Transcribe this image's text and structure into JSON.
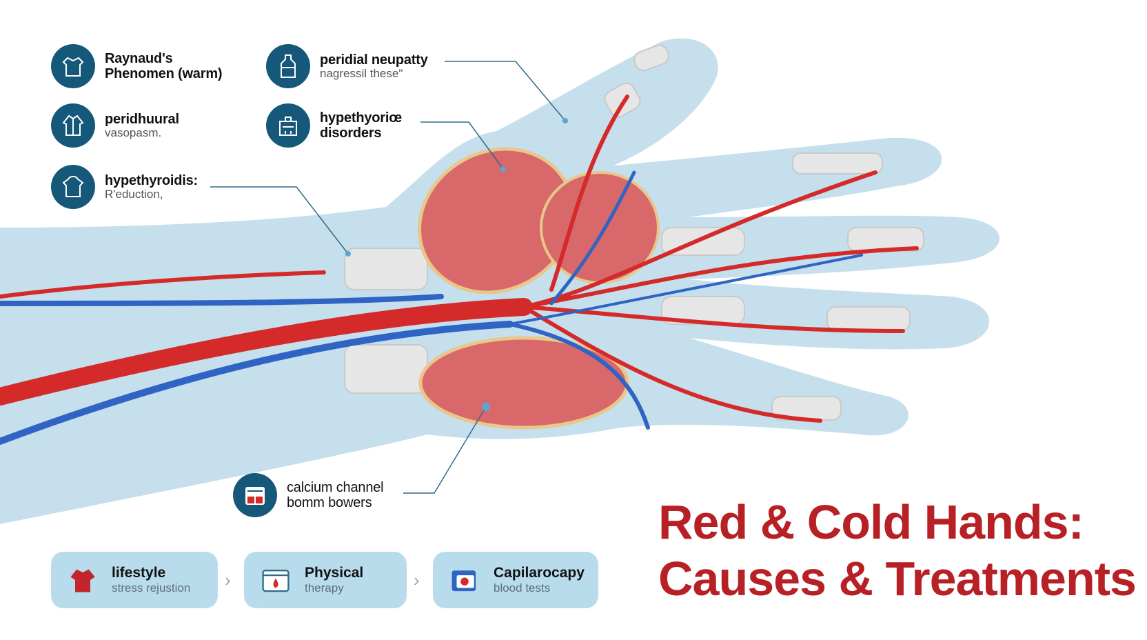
{
  "callouts": [
    {
      "title_lines": [
        "Raynaud's",
        "Phenomen (warm)"
      ],
      "subtitle": "",
      "icon": "sweater-icon"
    },
    {
      "title_lines": [
        "peridhuural"
      ],
      "subtitle": "vasopasm.",
      "icon": "jacket-icon"
    },
    {
      "title_lines": [
        "hypethyroidis:"
      ],
      "subtitle": "R'eduction,",
      "icon": "hoodie-icon"
    },
    {
      "title_lines": [
        "peridial neupatty"
      ],
      "subtitle": "nagressil these\"",
      "icon": "bottle-icon"
    },
    {
      "title_lines": [
        "hypethyoriœ",
        "disorders"
      ],
      "subtitle": "",
      "icon": "medicine-box-icon"
    },
    {
      "title_lines": [
        "calcium channel",
        "bomm bowers"
      ],
      "subtitle": "",
      "icon": "pill-box-icon"
    }
  ],
  "steps": [
    {
      "title": "lifestyle",
      "subtitle": "stress rejustion",
      "icon": "red-sweater-icon"
    },
    {
      "title": "Physical",
      "subtitle": "therapy",
      "icon": "blood-drop-kit-icon"
    },
    {
      "title": "Capilarocapy",
      "subtitle": "blood tests",
      "icon": "test-kit-icon"
    }
  ],
  "arrow_glyph": "›",
  "headline": {
    "line1": "Red & Cold Hands:",
    "line2": "Causes & Treatments"
  },
  "colors": {
    "accent_red": "#b72025",
    "badge_blue": "#15587a",
    "step_bg": "#b9dcec",
    "artery": "#d42a2a",
    "vein": "#2f63c4",
    "skin": "#c5dfec",
    "muscle": "#d9686a"
  }
}
